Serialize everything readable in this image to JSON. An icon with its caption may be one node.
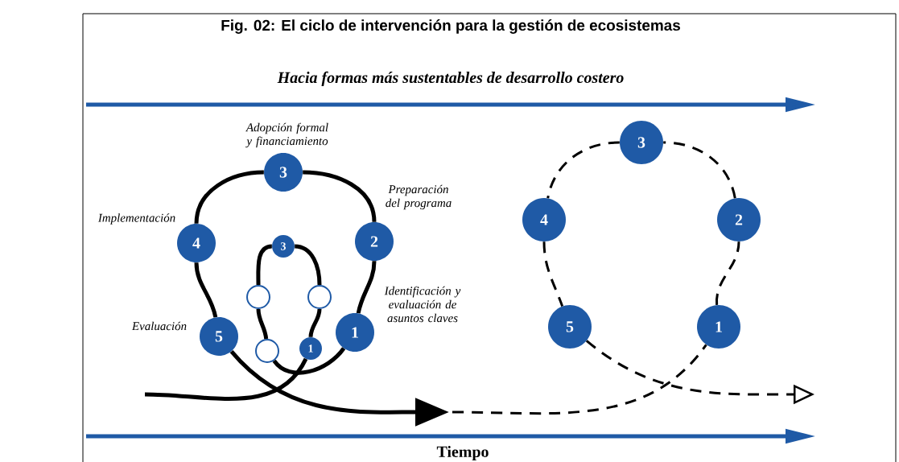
{
  "diagram": {
    "title": "Fig. 02: El ciclo de intervención para la gestión de ecosistemas",
    "nodes": [
      {
        "text": [
          "1"
        ],
        "beside": [
          "Identificación y evaluación de asuntos claves"
        ]
      },
      {
        "text": [
          "2"
        ],
        "beside": [
          "Preparación del programa"
        ]
      },
      {
        "text": [
          "3"
        ],
        "beside": [
          "Adopción formal y financiamiento"
        ]
      },
      {
        "text": [
          "4"
        ],
        "beside": [
          "Implementación"
        ]
      },
      {
        "text": [
          "5"
        ],
        "beside": [
          "Evaluación"
        ]
      },
      {
        "text": [
          "1"
        ]
      },
      {
        "text": [],
        "shape": "circle"
      },
      {
        "text": [
          "3"
        ]
      },
      {
        "text": [],
        "shape": "circle"
      },
      {
        "text": [],
        "shape": "circle"
      },
      {
        "text": [
          "1"
        ]
      },
      {
        "text": [
          "2"
        ]
      },
      {
        "text": [
          "3"
        ]
      },
      {
        "text": [
          "4"
        ]
      },
      {
        "text": [
          "5"
        ]
      }
    ],
    "edges": [
      {
        "from": 0,
        "to": 1,
        "arrow": "none"
      },
      {
        "from": 1,
        "to": 2,
        "arrow": "none"
      },
      {
        "from": 2,
        "to": 3,
        "arrow": "none"
      },
      {
        "from": 3,
        "to": 4,
        "arrow": "none"
      },
      {
        "from": 4,
        "to": null,
        "arrow": "to"
      },
      {
        "from": null,
        "to": 5,
        "arrow": "none"
      },
      {
        "from": 5,
        "to": 6,
        "arrow": "none"
      },
      {
        "from": 6,
        "to": 7,
        "arrow": "none"
      },
      {
        "from": 7,
        "to": 8,
        "arrow": "none"
      },
      {
        "from": 8,
        "to": 9,
        "arrow": "none"
      },
      {
        "from": 9,
        "to": 0,
        "arrow": "none"
      },
      {
        "from": null,
        "to": 10,
        "arrow": "none",
        "style": "dashed"
      },
      {
        "from": 10,
        "to": 11,
        "arrow": "none",
        "style": "dashed"
      },
      {
        "from": 11,
        "to": 12,
        "arrow": "none",
        "style": "dashed"
      },
      {
        "from": 12,
        "to": 13,
        "arrow": "none",
        "style": "dashed"
      },
      {
        "from": 13,
        "to": 14,
        "arrow": "none",
        "style": "dashed"
      },
      {
        "from": 14,
        "to": null,
        "arrow": "to",
        "style": "dashed"
      }
    ],
    "labels": [
      "Hacia formas más sustentables de desarrollo costero",
      "Tiempo"
    ]
  }
}
